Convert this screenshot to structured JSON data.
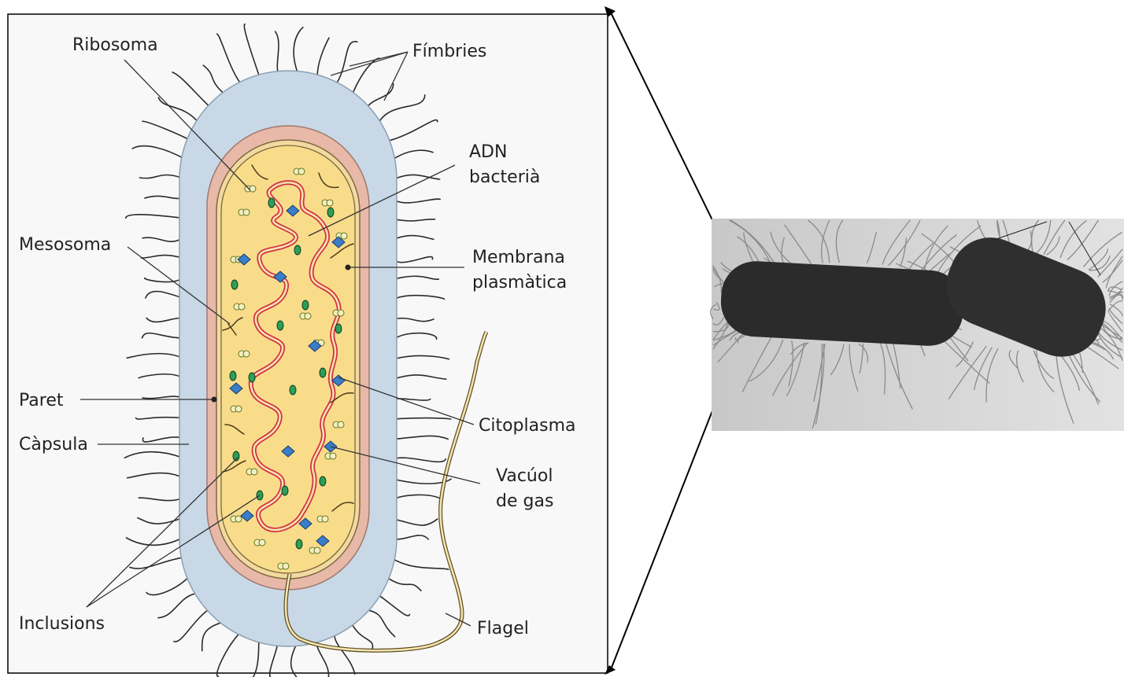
{
  "diagram": {
    "labels": {
      "ribosoma": "Ribosoma",
      "fimbries": "Fímbries",
      "adn_line1": "ADN",
      "adn_line2": "bacterià",
      "mesosoma": "Mesosoma",
      "membrana_line1": "Membrana",
      "membrana_line2": "plasmàtica",
      "paret": "Paret",
      "capsula": "Càpsula",
      "citoplasma": "Citoplasma",
      "vacuol_line1": "Vacúol",
      "vacuol_line2": "de gas",
      "inclusions": "Inclusions",
      "flagel": "Flagel"
    },
    "colors": {
      "capsule": "#c8d8e6",
      "wall": "#e8b8a8",
      "membrane": "#f3d9a0",
      "cytoplasm": "#f9dc8a",
      "dna": "#d2304a",
      "ribosome": "#c9d87a",
      "inclusion": "#2e9e58",
      "gas_vacuole": "#3a7dc9",
      "micrograph_bg": "#d9d9d9",
      "cell_dark": "#2b2b2b"
    }
  }
}
